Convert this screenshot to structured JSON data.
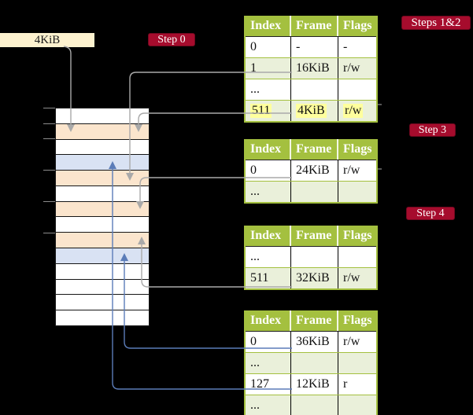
{
  "legend_box": {
    "label": "4KiB"
  },
  "badges": {
    "step0": "Step 0",
    "steps12": "Steps 1&2",
    "step3": "Step 3",
    "step4": "Step 4"
  },
  "memory_strip": {
    "row_size_label": "4KiB per row",
    "row_colors": [
      "white",
      "peach",
      "white",
      "blue",
      "peach",
      "white",
      "peach",
      "white",
      "peach",
      "blue",
      "white",
      "white",
      "white",
      "white"
    ]
  },
  "tables": [
    {
      "id": "table-steps-1-2",
      "headers": [
        "Index",
        "Frame",
        "Flags"
      ],
      "rows": [
        {
          "cells": [
            "0",
            "-",
            "-"
          ],
          "shaded": false,
          "highlighted": false
        },
        {
          "cells": [
            "1",
            "16KiB",
            "r/w"
          ],
          "shaded": true,
          "highlighted": false
        },
        {
          "cells": [
            "...",
            "",
            ""
          ],
          "shaded": false,
          "highlighted": false
        },
        {
          "cells": [
            "511",
            "4KiB",
            "r/w"
          ],
          "shaded": true,
          "highlighted": true
        }
      ]
    },
    {
      "id": "table-step-3",
      "headers": [
        "Index",
        "Frame",
        "Flags"
      ],
      "rows": [
        {
          "cells": [
            "0",
            "24KiB",
            "r/w"
          ],
          "shaded": false,
          "highlighted": false
        },
        {
          "cells": [
            "...",
            "",
            ""
          ],
          "shaded": true,
          "highlighted": false
        }
      ]
    },
    {
      "id": "table-step-4",
      "headers": [
        "Index",
        "Frame",
        "Flags"
      ],
      "rows": [
        {
          "cells": [
            "...",
            "",
            ""
          ],
          "shaded": false,
          "highlighted": false
        },
        {
          "cells": [
            "511",
            "32KiB",
            "r/w"
          ],
          "shaded": true,
          "highlighted": false
        }
      ]
    },
    {
      "id": "table-final",
      "headers": [
        "Index",
        "Frame",
        "Flags"
      ],
      "rows": [
        {
          "cells": [
            "0",
            "36KiB",
            "r/w"
          ],
          "shaded": false,
          "highlighted": false
        },
        {
          "cells": [
            "...",
            "",
            ""
          ],
          "shaded": true,
          "highlighted": false
        },
        {
          "cells": [
            "127",
            "12KiB",
            "r"
          ],
          "shaded": false,
          "highlighted": false
        },
        {
          "cells": [
            "...",
            "",
            ""
          ],
          "shaded": true,
          "highlighted": false
        }
      ]
    }
  ],
  "palette": {
    "background": "#000000",
    "white": "#ffffff",
    "peach": "#fbe5cd",
    "blue": "#d9e2f3",
    "cream": "#fdf2cf",
    "badge_red": "#a60c2d",
    "table_green": "#a4c03f",
    "row_green": "#eaf0da",
    "highlight_yellow": "#ffff9d",
    "gray_arrow": "#a9a9a9",
    "blue_arrow": "#5b7cb8"
  }
}
